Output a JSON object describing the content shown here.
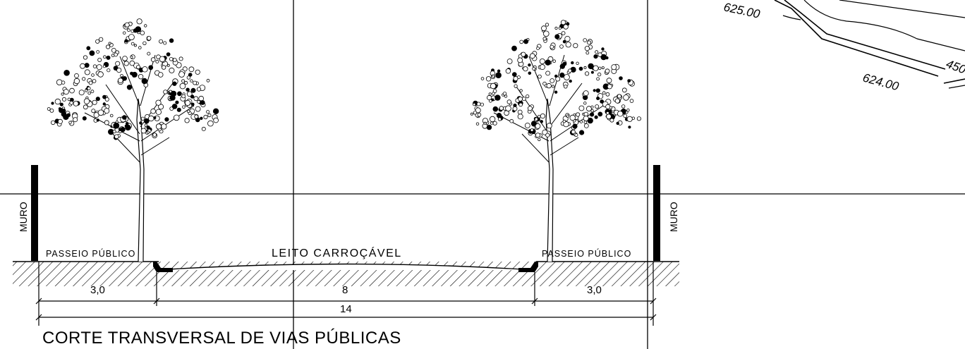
{
  "drawing": {
    "title": "CORTE TRANSVERSAL DE VIAS PÚBLICAS",
    "labels": {
      "muro_left": "MURO",
      "muro_right": "MURO",
      "sidewalk_left": "PASSEIO PÚBLICO",
      "sidewalk_right": "PASSEIO PÚBLICO",
      "roadway": "LEITO CARROÇÁVEL"
    },
    "dimensions": {
      "sidewalk_left": "3,0",
      "roadway": "8",
      "sidewalk_right": "3,0",
      "total": "14"
    },
    "contours": {
      "upper": "625.00",
      "lower": "624.00",
      "edge": "450"
    }
  },
  "colors": {
    "line": "#000000",
    "background": "#ffffff"
  }
}
